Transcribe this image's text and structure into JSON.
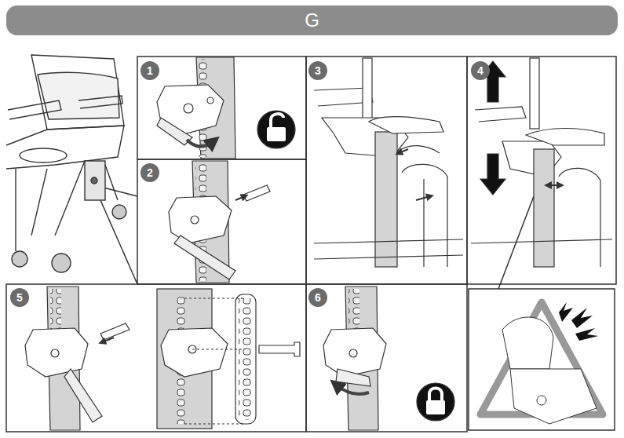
{
  "diagram": {
    "title": "G",
    "nodes": [
      {
        "text": [
          "1"
        ]
      },
      {
        "text": [
          "2"
        ]
      },
      {
        "text": [
          "3"
        ]
      },
      {
        "text": [
          "4"
        ]
      },
      {
        "text": [
          "5"
        ]
      },
      {
        "text": [
          "6"
        ]
      }
    ]
  }
}
